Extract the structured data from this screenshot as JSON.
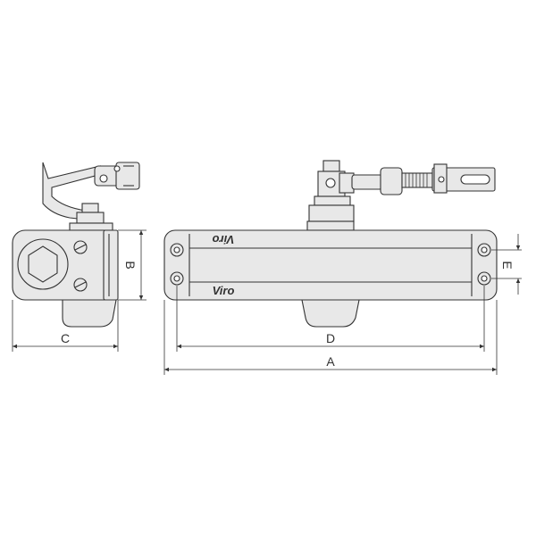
{
  "brand_mark_top": "Viro",
  "brand_mark_bottom": "Viro",
  "dimensions": {
    "a": "A",
    "b": "B",
    "c": "C",
    "d": "D",
    "e": "E"
  },
  "colors": {
    "body_fill": "#e8e8e8",
    "outline": "#333333",
    "background": "#ffffff"
  }
}
